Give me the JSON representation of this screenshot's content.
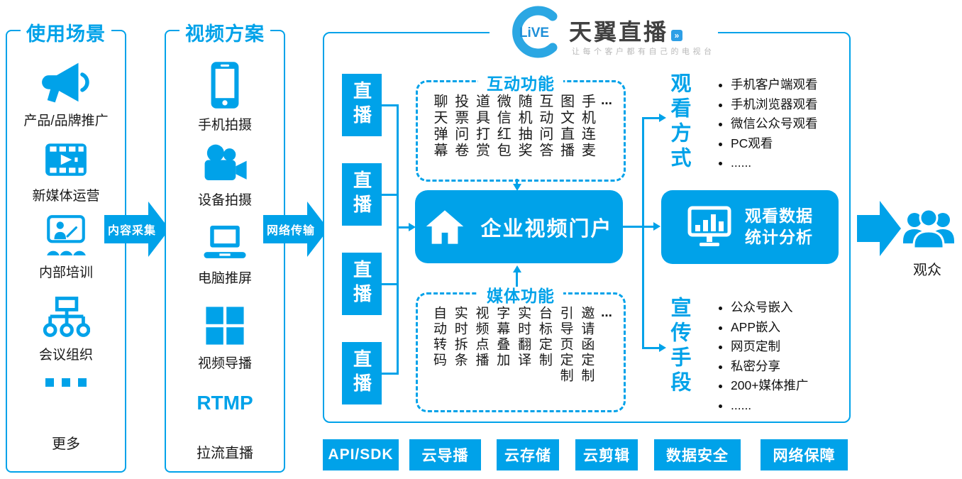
{
  "colors": {
    "primary": "#00A2E9",
    "text": "#1A1A1A",
    "brand_text": "#414141",
    "tagline": "#B9B9B9"
  },
  "logo": {
    "badge": "LiVE",
    "title": "天翼直播",
    "arrow_glyph": "»",
    "tagline": "让每个客户都有自己的电视台"
  },
  "scenarios": {
    "title": "使用场景",
    "items": [
      {
        "icon": "megaphone-icon",
        "label": "产品/品牌推广"
      },
      {
        "icon": "film-icon",
        "label": "新媒体运营"
      },
      {
        "icon": "training-icon",
        "label": "内部培训"
      },
      {
        "icon": "orgchart-icon",
        "label": "会议组织"
      },
      {
        "icon": "ellipsis-icon",
        "label": "更多"
      }
    ]
  },
  "solutions": {
    "title": "视频方案",
    "items": [
      {
        "icon": "phone-icon",
        "label": "手机拍摄"
      },
      {
        "icon": "camera-icon",
        "label": "设备拍摄"
      },
      {
        "icon": "laptop-icon",
        "label": "电脑推屏"
      },
      {
        "icon": "grid-icon",
        "label": "视频导播"
      },
      {
        "icon": "rtmp-text",
        "icon_text": "RTMP",
        "label": "拉流直播"
      }
    ]
  },
  "flow": {
    "collect_arrow": "内容采集",
    "transmit_arrow": "网络传输",
    "live_blocks": [
      "直播",
      "直播",
      "直播",
      "直播"
    ],
    "portal": "企业视频门户",
    "stats": {
      "line1": "观看数据",
      "line2": "统计分析"
    }
  },
  "interactive": {
    "title": "互动功能",
    "columns": [
      "聊天弹幕",
      "投票问卷",
      "道具打赏",
      "微信红包",
      "随机抽奖",
      "互动问答",
      "图文直播",
      "手机连麦"
    ],
    "more": "..."
  },
  "media": {
    "title": "媒体功能",
    "columns": [
      "自动转码",
      "实时拆条",
      "视频点播",
      "字幕叠加",
      "实时翻译",
      "台标定制",
      "引导页定制",
      "邀请函定制"
    ],
    "more": "..."
  },
  "viewing": {
    "title": "观看方式",
    "items": [
      "手机客户端观看",
      "手机浏览器观看",
      "微信公众号观看",
      "PC观看",
      "......"
    ]
  },
  "promotion": {
    "title": "宣传手段",
    "items": [
      "公众号嵌入",
      "APP嵌入",
      "网页定制",
      "私密分享",
      "200+媒体推广",
      "......"
    ]
  },
  "audience": {
    "label": "观众"
  },
  "bottom_buttons": [
    "API/SDK",
    "云导播",
    "云存储",
    "云剪辑",
    "数据安全",
    "网络保障"
  ]
}
